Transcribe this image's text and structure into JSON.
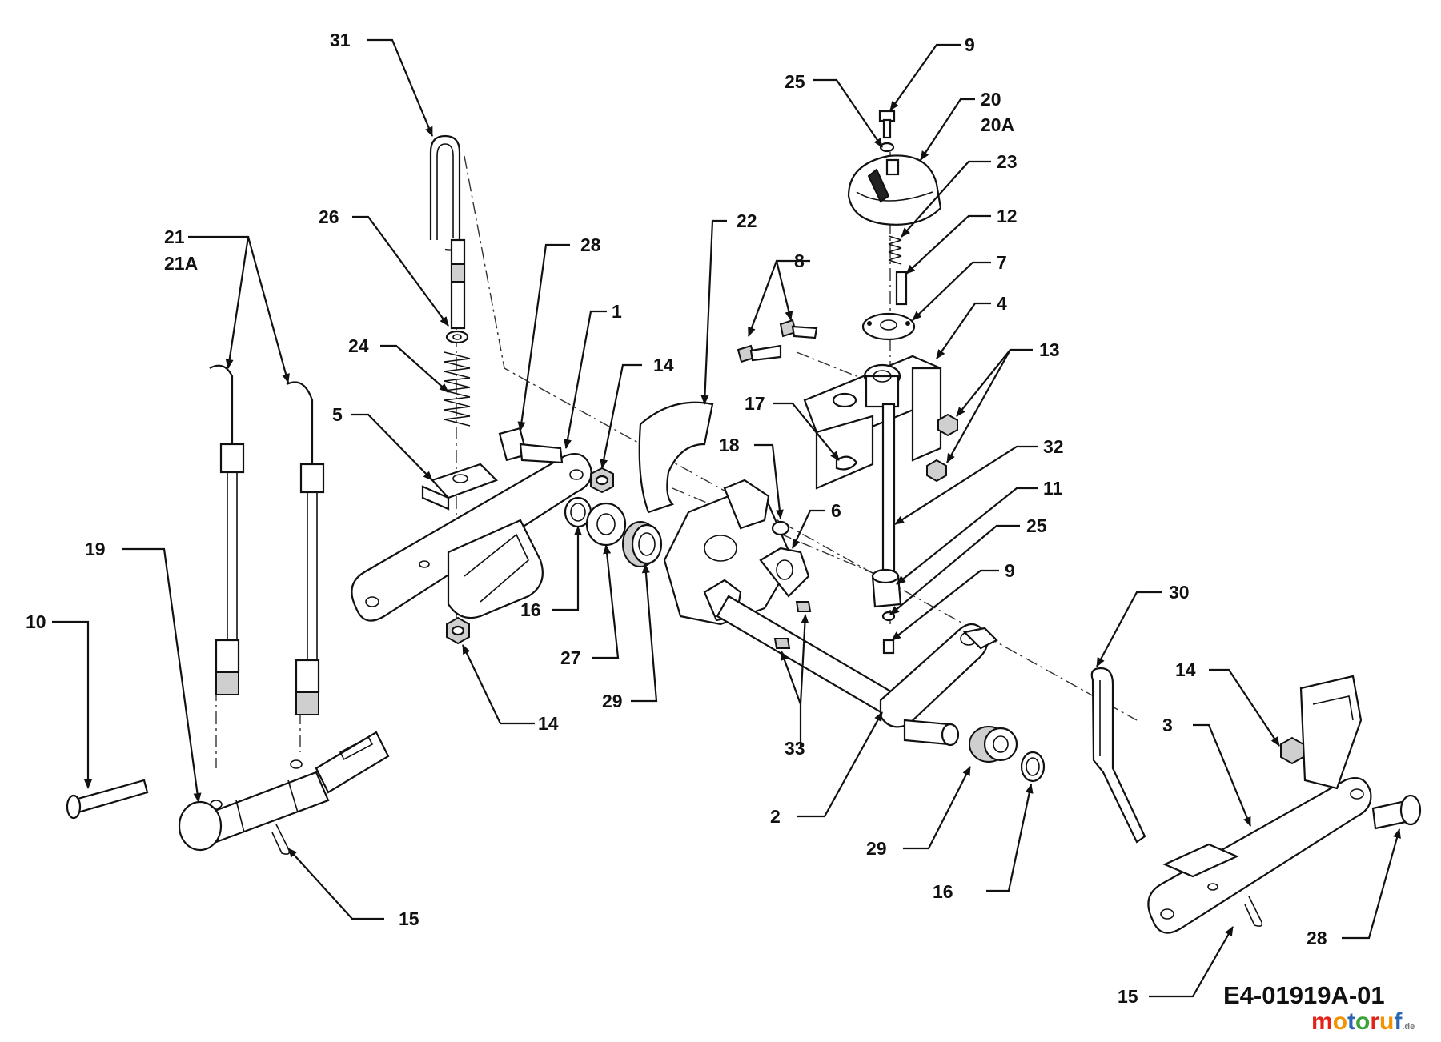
{
  "diagram": {
    "drawing_code": "E4-01919A-01",
    "watermark": {
      "text": "motoruf",
      "suffix": ".de",
      "colors": [
        "#e2231a",
        "#f39200",
        "#2b66b0",
        "#3aa335"
      ]
    },
    "callouts": [
      "31",
      "26",
      "24",
      "21",
      "21A",
      "5",
      "19",
      "10",
      "15",
      "28",
      "1",
      "14",
      "14",
      "16",
      "27",
      "29",
      "22",
      "8",
      "17",
      "18",
      "6",
      "33",
      "25",
      "9",
      "20",
      "20A",
      "23",
      "12",
      "7",
      "4",
      "13",
      "32",
      "11",
      "25",
      "9",
      "2",
      "29",
      "16",
      "30",
      "14",
      "3",
      "28",
      "15"
    ]
  }
}
